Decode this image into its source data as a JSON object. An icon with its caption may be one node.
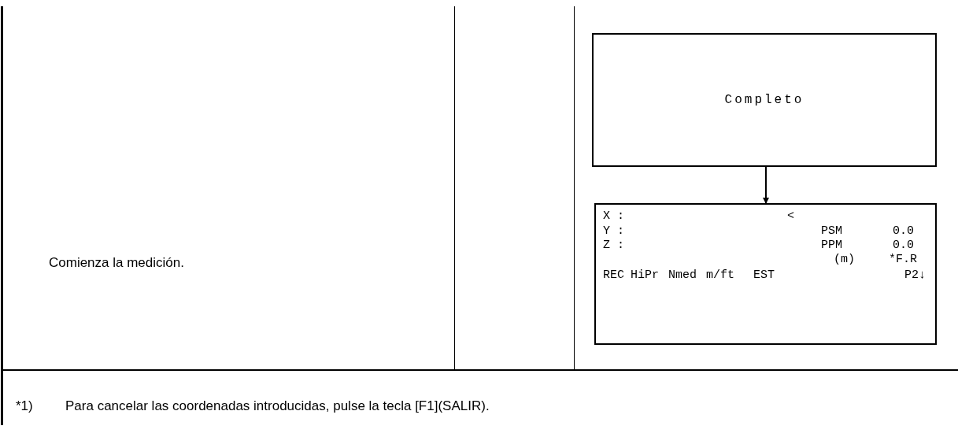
{
  "diagram": {
    "nodes": [
      {
        "text": [
          "Completo"
        ]
      },
      {
        "text": [
          "X :",
          "<",
          "Y :",
          "PSM",
          "0.0",
          "Z :",
          "PPM",
          "0.0",
          "(m)",
          "*F.R",
          "REC",
          "HiPr",
          "Nmed",
          "m/ft",
          "EST",
          "P2↓"
        ]
      }
    ],
    "edges": [
      {
        "from": 0,
        "to": 1,
        "arrow": "to"
      }
    ],
    "labels": [
      "Comienza la medición.",
      "*1)",
      "Para cancelar las coordenadas introducidas, pulse la tecla [F1](SALIR)."
    ]
  }
}
